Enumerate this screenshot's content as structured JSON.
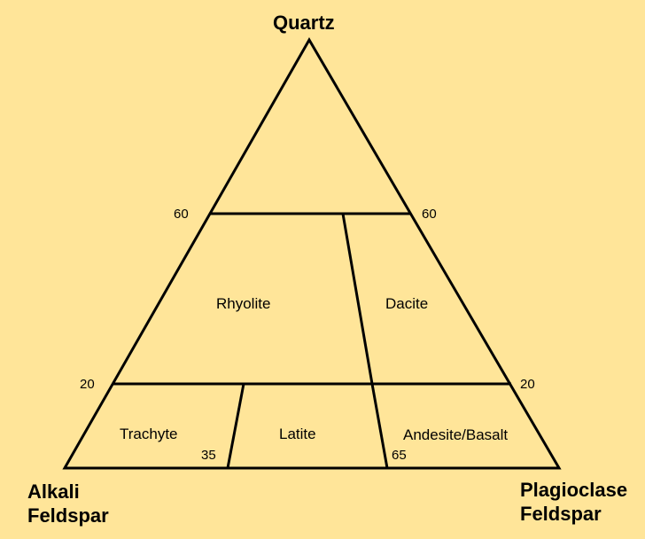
{
  "background_color": "#FFE599",
  "line_color": "#000000",
  "vertices": {
    "top": "Quartz",
    "bottom_left": [
      "Alkali",
      "Feldspar"
    ],
    "bottom_right": [
      "Plagioclase",
      "Feldspar"
    ]
  },
  "fields": [
    "Rhyolite",
    "Dacite",
    "Trachyte",
    "Latite",
    "Andesite/Basalt"
  ],
  "ticks": {
    "q60_left": "60",
    "q60_right": "60",
    "q20_left": "20",
    "q20_right": "20",
    "p35": "35",
    "p65": "65"
  }
}
